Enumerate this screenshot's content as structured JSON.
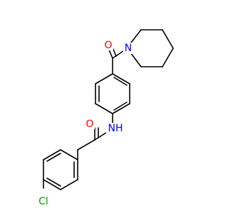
{
  "molecule": {
    "atom_labels": {
      "oxygen_carbonyl_top": "O",
      "nitrogen_piperidine": "N",
      "oxygen_carbonyl_mid": "O",
      "amide_nh": "NH",
      "chlorine": "Cl"
    },
    "colors": {
      "bond": "#000000",
      "oxygen": "#ff0000",
      "nitrogen": "#0000ff",
      "chlorine": "#00a000",
      "background": "#ffffff"
    }
  }
}
